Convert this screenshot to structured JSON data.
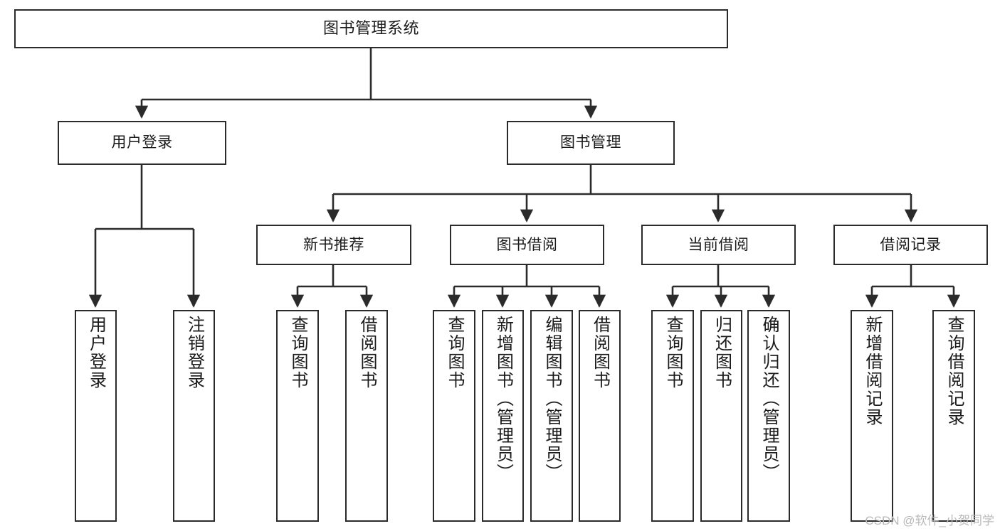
{
  "diagram": {
    "type": "tree",
    "title": "图书管理系统",
    "root": {
      "label": "图书管理系统"
    },
    "level2": [
      {
        "label": "用户登录"
      },
      {
        "label": "图书管理"
      }
    ],
    "level3": [
      {
        "label": "新书推荐"
      },
      {
        "label": "图书借阅"
      },
      {
        "label": "当前借阅"
      },
      {
        "label": "借阅记录"
      }
    ],
    "leaves": {
      "user_login": [
        {
          "label": "用户登录"
        },
        {
          "label": "注销登录"
        }
      ],
      "new_book_recommend": [
        {
          "label": "查询图书"
        },
        {
          "label": "借阅图书"
        }
      ],
      "book_borrow": [
        {
          "label": "查询图书"
        },
        {
          "label": "新增图书（管理员）"
        },
        {
          "label": "编辑图书（管理员）"
        },
        {
          "label": "借阅图书"
        }
      ],
      "current_borrow": [
        {
          "label": "查询图书"
        },
        {
          "label": "归还图书"
        },
        {
          "label": "确认归还（管理员）"
        }
      ],
      "borrow_record": [
        {
          "label": "新增借阅记录"
        },
        {
          "label": "查询借阅记录"
        }
      ]
    }
  },
  "watermark": {
    "text": "CSDN @软件_小贺同学"
  },
  "colors": {
    "border": "#2b2b2b",
    "background": "#ffffff",
    "text": "#1a1a1a",
    "watermark": "#b9b9b9"
  }
}
